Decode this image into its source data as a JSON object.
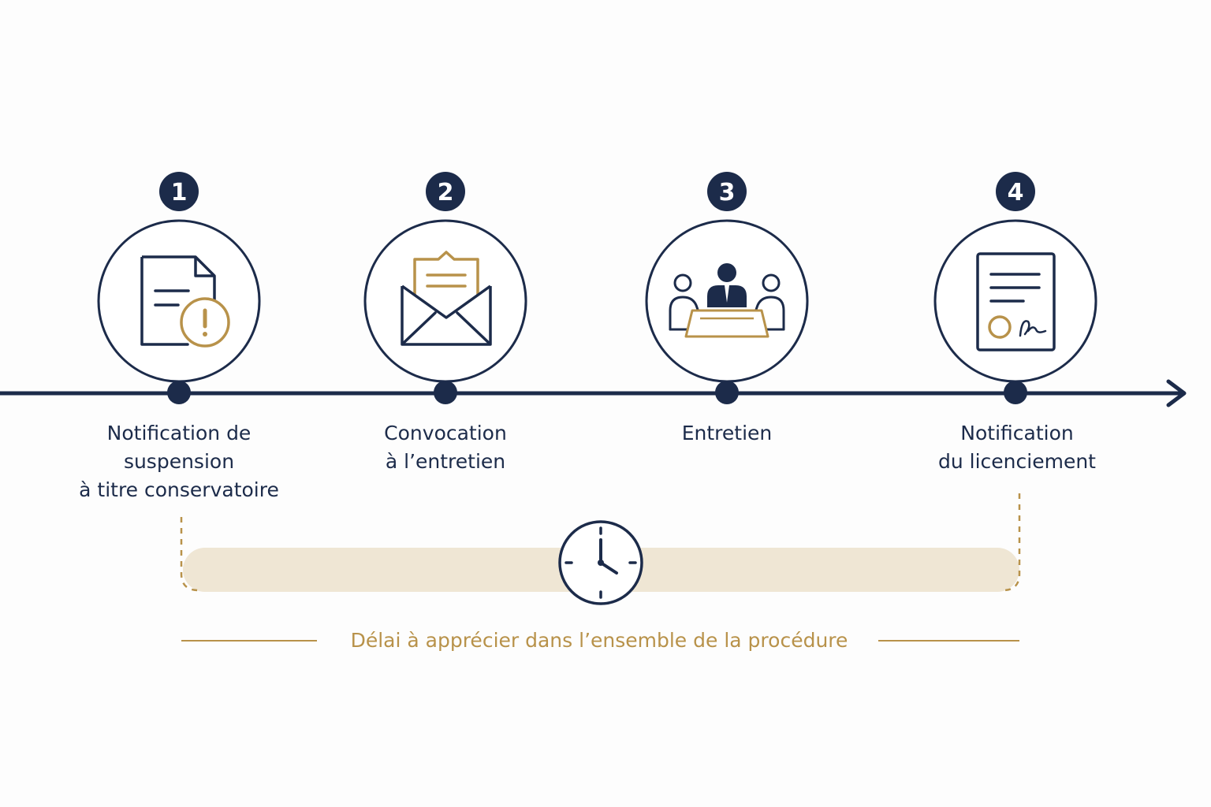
{
  "colors": {
    "navy": "#1c2b4a",
    "gold": "#b8924a",
    "band": "#efe6d4",
    "background": "#fdfdfd"
  },
  "steps": [
    {
      "number": "1",
      "icon": "document-warning-icon",
      "lines": [
        "Notification de",
        "suspension",
        "à titre conservatoire"
      ]
    },
    {
      "number": "2",
      "icon": "open-envelope-icon",
      "lines": [
        "Convocation",
        "à l’entretien"
      ]
    },
    {
      "number": "3",
      "icon": "meeting-icon",
      "lines": [
        "Entretien"
      ]
    },
    {
      "number": "4",
      "icon": "signed-document-icon",
      "lines": [
        "Notification",
        "du licenciement"
      ]
    }
  ],
  "delay": {
    "icon": "clock-icon",
    "caption": "Délai à apprécier dans l’ensemble de la procédure"
  }
}
